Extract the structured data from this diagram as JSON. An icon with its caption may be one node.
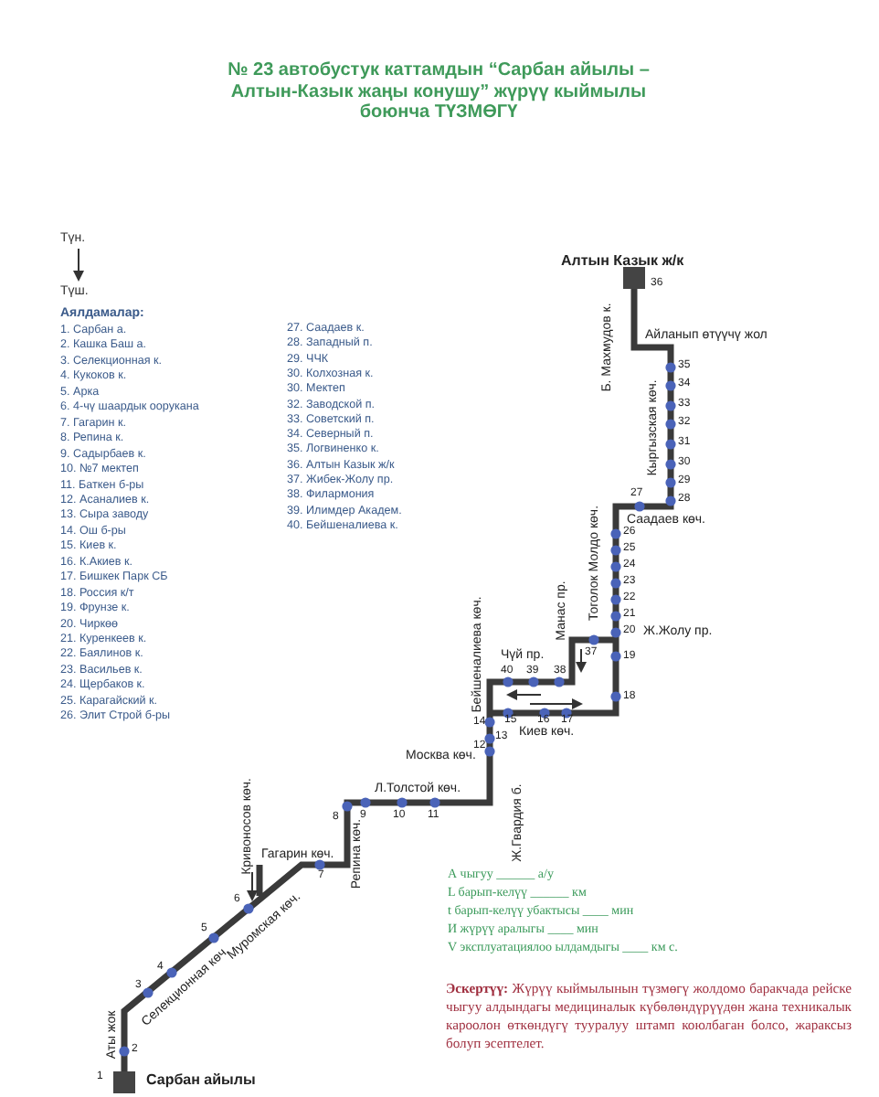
{
  "diagram": {
    "nodes": [
      {
        "text": [
          "Алтын Казык ж/к"
        ],
        "beside": [
          "36"
        ]
      },
      {
        "text": [
          "Сарбан айылы"
        ],
        "beside": [
          "1"
        ]
      }
    ],
    "edges": [
      {
        "from": 0,
        "to": 1,
        "arrow": "none"
      }
    ],
    "title": "№ 23 автобустук каттамдын “Сарбан айылы – Алтын-Казык жаңы конушу” жүрүү кыймылы боюнча ТҮЗМӨГҮ",
    "labels": [
      "Түн.",
      "Түш.",
      "Аялдамалар:",
      "1. Сарбан а.",
      "2. Кашка Баш а.",
      "3. Селекционная к.",
      "4. Кукоков к.",
      "5. Арка",
      "6. 4-чү шаардык оорукана",
      "7. Гагарин к.",
      "8. Репина к.",
      "9. Садырбаев к.",
      "10. №7 мектеп",
      "11. Баткен б-ры",
      "12. Асаналиев к.",
      "13. Сыра заводу",
      "14. Ош б-ры",
      "15. Киев к.",
      "16. К.Акиев к.",
      "17. Бишкек Парк СБ",
      "18. Россия к/т",
      "19. Фрунзе к.",
      "20. Чиркөө",
      "21. Куренкеев к.",
      "22. Баялинов к.",
      "23. Васильев к.",
      "24. Щербаков к.",
      "25. Карагайский к.",
      "26. Элит Строй б-ры",
      "27. Саадаев к.",
      "28. Западный п.",
      "29. ЧЧК",
      "30. Колхозная к.",
      "30. Мектеп",
      "32. Заводской п.",
      "33. Советский п.",
      "34. Северный п.",
      "35. Логвиненко к.",
      "36. Алтын Казык ж/к",
      "37. Жибек-Жолу пр.",
      "38. Филармония",
      "39. Илимдер Академ.",
      "40. Бейшеналиева к.",
      "Б. Махмудов к.",
      "Айланып өтүүчү жол",
      "35",
      "34",
      "33",
      "32",
      "31",
      "30",
      "29",
      "28",
      "Кыргызская көч.",
      "27",
      "Саадаев көч.",
      "26",
      "25",
      "24",
      "23",
      "22",
      "21",
      "Тоголок Молдо көч.",
      "20",
      "Ж.Жолу пр.",
      "37",
      "19",
      "Манас пр.",
      "Бейшеналиева көч.",
      "Чүй пр.",
      "40",
      "39",
      "38",
      "18",
      "14",
      "15",
      "16",
      "17",
      "Киев көч.",
      "13",
      "12",
      "Москва көч.",
      "Ж.Гвардия б.",
      "Л.Толстой көч.",
      "8",
      "9",
      "10",
      "11",
      "Кривоносов көч.",
      "Гагарин көч.",
      "7",
      "Репина көч.",
      "Муромская көч.",
      "6",
      "5",
      "4",
      "3",
      "Селекционная көч.",
      "Аты жок",
      "2",
      "А чыгуу ______ а/у",
      "L барып-келүү ______ км",
      "t барып-келүү убактысы ____ мин",
      "И жүрүү аралыгы ____ мин",
      "V эксплуатациялоо ылдамдыгы ____ км с.",
      "**Эскертүү:** Жүрүү кыймылынын түзмөгү жолдомо баракчада рейске чыгуу алдындагы медициналык күбөлөндүрүүдөн жана техникалык кароолон өткөндүгү тууралуу штамп коюлбаган болсо, жараксыз болуп эсептелет."
    ]
  }
}
